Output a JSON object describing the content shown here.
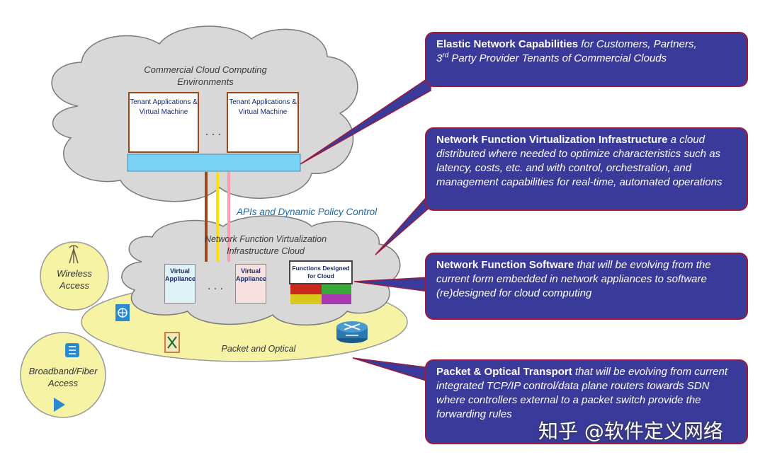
{
  "diagram": {
    "commercial_cloud": {
      "label": "Commercial Cloud Computing Environments",
      "tenant_1": "Tenant Applications & Virtual Machine",
      "tenant_2": "Tenant Applications & Virtual Machine",
      "ellipsis": ". . ."
    },
    "api_label": "APIs and Dynamic Policy Control",
    "nfv_cloud": {
      "label": "Network Function Virtualization Infrastructure Cloud",
      "appliance_1": "Virtual Appliance",
      "appliance_2": "Virtual Appliance",
      "ellipsis": ". . .",
      "functions_box": "Functions Designed for Cloud"
    },
    "wireless_access": "Wireless Access",
    "broadband_access": "Broadband/Fiber Access",
    "packet_optical": "Packet and Optical"
  },
  "callouts": {
    "elastic": {
      "bold": "Elastic  Network Capabilities",
      "italic_1": " for Customers, Partners,",
      "line2_prefix": "3",
      "sup": "rd",
      "italic_2": " Party Provider Tenants of Commercial Clouds"
    },
    "nfvi": {
      "bold": "Network Function  Virtualization Infrastructure",
      "italic": " a cloud distributed where needed to optimize characteristics such as latency, costs, etc. and with control, orchestration, and management capabilities for real-time, automated operations"
    },
    "nfs": {
      "bold": "Network Function  Software",
      "italic": " that will be evolving from the current form embedded in network appliances to software (re)designed for cloud computing"
    },
    "transport": {
      "bold": "Packet & Optical Transport",
      "italic": " that will be evolving from current integrated TCP/IP control/data plane routers towards SDN where controllers external to a  packet switch provide the forwarding rules"
    }
  },
  "watermark": "知乎 @软件定义网络",
  "colors": {
    "callout_fill": "#3a3a9a",
    "callout_border": "#9b1c3a",
    "cloud_fill": "#d8d8d8",
    "ellipse_fill": "#f7f3a4",
    "bar_fill": "#7ad3f5"
  }
}
